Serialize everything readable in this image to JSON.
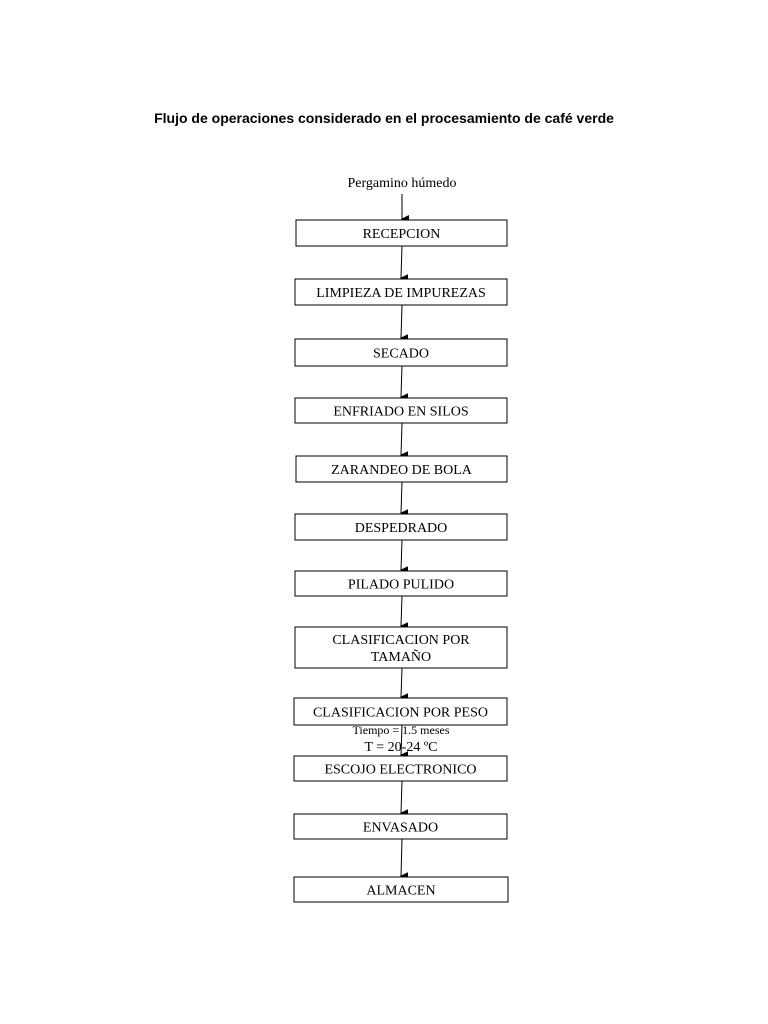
{
  "title": "Flujo de operaciones considerado en el procesamiento de café verde",
  "input_label": "Pergamino húmedo",
  "steps": [
    {
      "id": "recepcion",
      "lines": [
        "RECEPCION"
      ]
    },
    {
      "id": "limpieza",
      "lines": [
        "LIMPIEZA DE IMPUREZAS"
      ]
    },
    {
      "id": "secado",
      "lines": [
        "SECADO"
      ]
    },
    {
      "id": "enfriado",
      "lines": [
        "ENFRIADO EN SILOS"
      ]
    },
    {
      "id": "zarandeo",
      "lines": [
        "ZARANDEO DE BOLA"
      ]
    },
    {
      "id": "despedrado",
      "lines": [
        "DESPEDRADO"
      ]
    },
    {
      "id": "pilado",
      "lines": [
        "PILADO PULIDO"
      ]
    },
    {
      "id": "clasificacion-tamano",
      "lines": [
        "CLASIFICACION POR",
        "TAMAÑO"
      ]
    },
    {
      "id": "clasificacion-peso",
      "lines": [
        "CLASIFICACION POR PESO"
      ]
    },
    {
      "id": "escojo",
      "lines": [
        "ESCOJO ELECTRONICO"
      ]
    },
    {
      "id": "envasado",
      "lines": [
        "ENVASADO"
      ]
    },
    {
      "id": "almacen",
      "lines": [
        "ALMACEN"
      ]
    }
  ],
  "storage_note": {
    "lines": [
      "Tiempo = 1.5 meses",
      "T = 20-24 ºC"
    ]
  },
  "colors": {
    "stroke": "#000000",
    "background": "#ffffff"
  }
}
